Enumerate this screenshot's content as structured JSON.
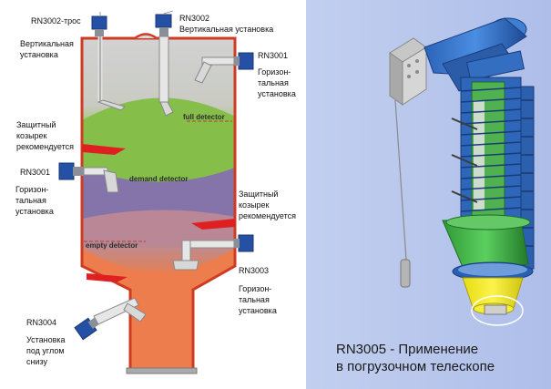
{
  "labels": {
    "rn3002_rope": "RN3002-трос",
    "vertical_install_1": "Вертикальная\nустановка",
    "rn3002": "RN3002",
    "vertical_install_2": "Вертикальная установка",
    "rn3001_top": "RN3001",
    "horizontal_install_1": "Горизон-\nтальная\nустановка",
    "hood_1": "Защитный\nкозырек\nрекомендуется",
    "rn3001_mid": "RN3001",
    "horizontal_install_2": "Горизон-\nтальная\nустановка",
    "hood_2": "Защитный\nкозырек\nрекомендуется",
    "rn3003": "RN3003",
    "horizontal_install_3": "Горизон-\nтальная\nустановка",
    "rn3004": "RN3004",
    "angled_install": "Установка\nпод углом\nснизу"
  },
  "detectors": {
    "full": "full detector",
    "demand": "demand detector",
    "empty": "empty detector"
  },
  "caption": "RN3005 - Применение\nв погрузочном телескопе"
}
